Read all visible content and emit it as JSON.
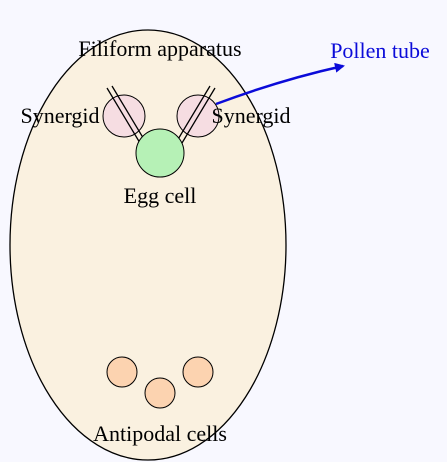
{
  "labels": {
    "filiform_apparatus": "Filiform apparatus",
    "pollen_tube": "Pollen tube",
    "synergid_left": "Synergid",
    "synergid_right": "Synergid",
    "egg_cell": "Egg cell",
    "antipodal_cells": "Antipodal cells"
  },
  "colors": {
    "background": "#f8f8ff",
    "embryo_sac_fill": "#faf1e0",
    "synergid_fill": "#f6dde2",
    "egg_cell_fill": "#b6f1b6",
    "antipodal_fill": "#fcd3b0",
    "pollen_tube": "#0b0bd9",
    "outline": "#000000"
  }
}
